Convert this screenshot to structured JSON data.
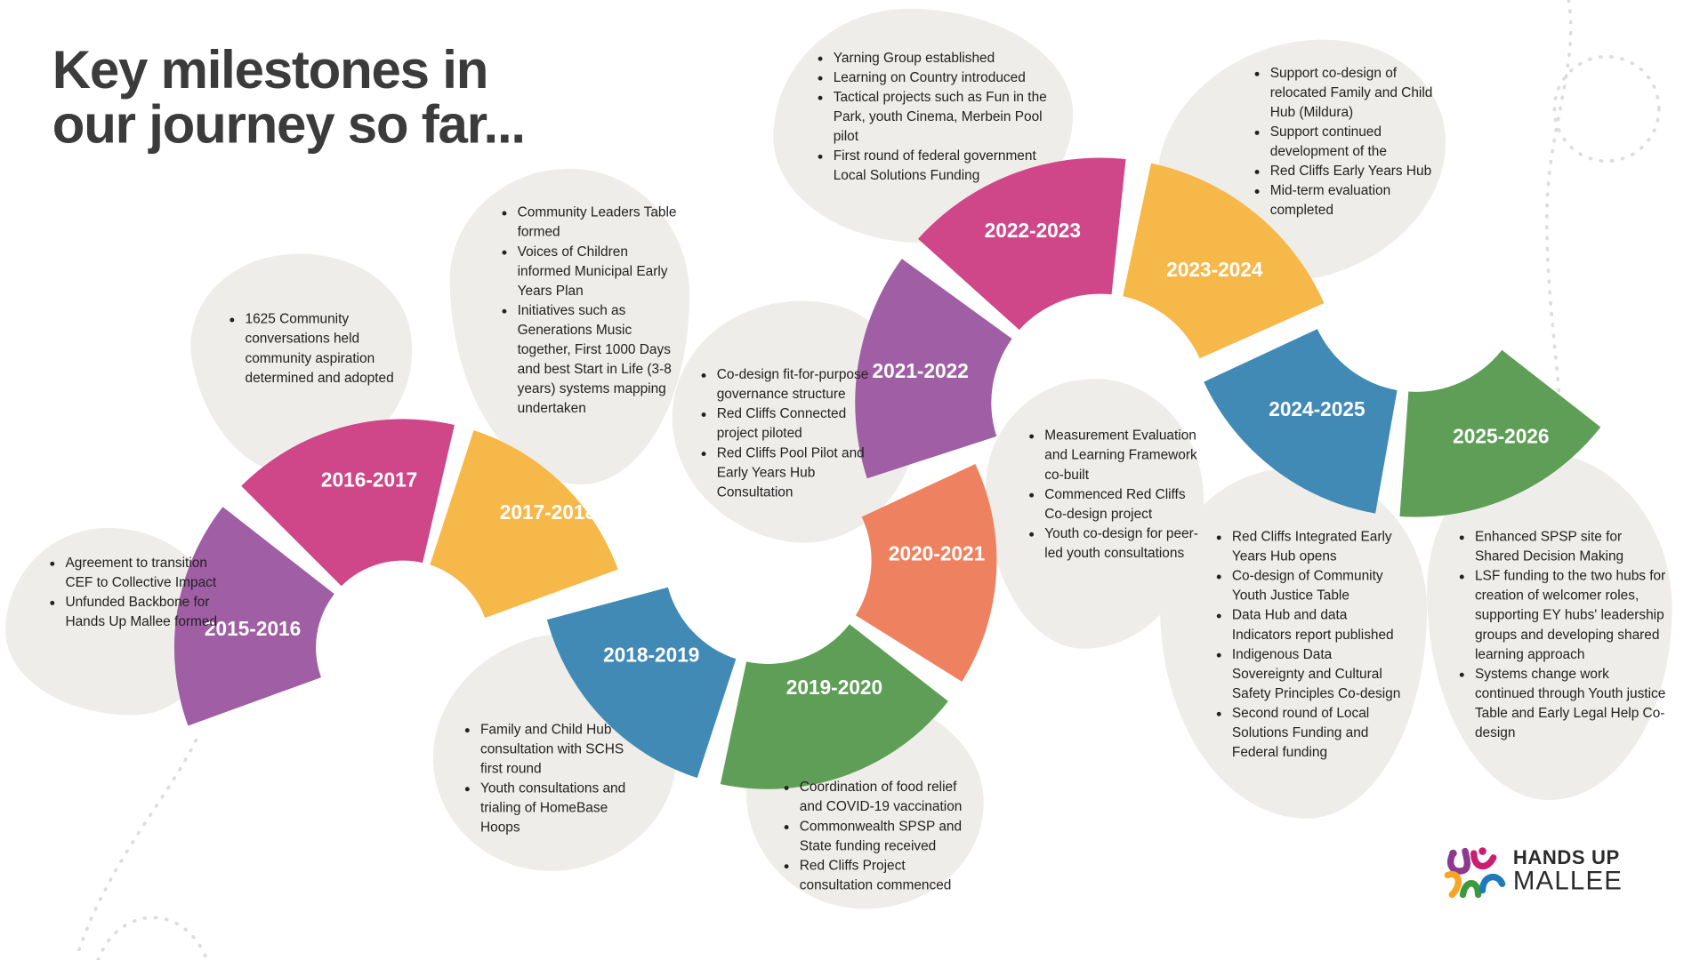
{
  "title_line1": "Key milestones in",
  "title_line2": "our journey so far...",
  "colors": {
    "purple": "#a05ea4",
    "magenta": "#cf4789",
    "yellow": "#f7b84a",
    "blue": "#418ab6",
    "green": "#5f9e57",
    "orange": "#ee8260",
    "bubble": "#eeede9"
  },
  "milestones": [
    {
      "year": "2015-2016",
      "color": "#a05ea4",
      "items": [
        "Agreement to transition CEF to Collective Impact",
        "Unfunded Backbone for Hands Up Mallee formed"
      ]
    },
    {
      "year": "2016-2017",
      "color": "#cf4789",
      "items": [
        "1625 Community conversations held community aspiration determined and adopted"
      ]
    },
    {
      "year": "2017-2018",
      "color": "#f7b84a",
      "items": [
        "Community Leaders Table formed",
        "Voices of Children informed Municipal Early Years Plan",
        "Initiatives such as Generations Music together,  First 1000 Days and best Start in Life (3-8 years) systems mapping undertaken"
      ]
    },
    {
      "year": "2018-2019",
      "color": "#418ab6",
      "items": [
        "Family and Child Hub consultation with SCHS first round",
        "Youth consultations and trialing of HomeBase Hoops"
      ]
    },
    {
      "year": "2019-2020",
      "color": "#5f9e57",
      "items": [
        "Coordination of food relief and COVID-19 vaccination",
        "Commonwealth SPSP and  State funding received",
        "Red Cliffs Project consultation commenced"
      ]
    },
    {
      "year": "2020-2021",
      "color": "#ee8260",
      "items": [
        "Measurement Evaluation and Learning Framework co-built",
        "Commenced Red Cliffs Co-design project",
        "Youth co-design for peer-led youth consultations"
      ]
    },
    {
      "year": "2021-2022",
      "color": "#a05ea4",
      "items": [
        "Co-design fit-for-purpose governance structure",
        "Red Cliffs Connected project piloted",
        "Red Cliffs Pool Pilot and Early Years Hub Consultation"
      ]
    },
    {
      "year": "2022-2023",
      "color": "#cf4789",
      "items": [
        "Yarning Group established",
        "Learning on Country introduced",
        "Tactical projects such as Fun in the Park, youth Cinema, Merbein Pool pilot",
        "First round of federal government Local Solutions Funding"
      ]
    },
    {
      "year": "2023-2024",
      "color": "#f7b84a",
      "items": [
        "Support co-design of relocated Family and Child Hub (Mildura)",
        "Support continued development of the",
        "Red Cliffs Early Years Hub",
        "Mid-term evaluation completed"
      ]
    },
    {
      "year": "2024-2025",
      "color": "#418ab6",
      "items": [
        "Red Cliffs Integrated Early Years Hub opens",
        "Co-design of Community Youth Justice Table",
        "Data Hub and data Indicators report published",
        "Indigenous Data Sovereignty and Cultural Safety Principles Co-design",
        "Second round of Local Solutions Funding and Federal funding"
      ]
    },
    {
      "year": "2025-2026",
      "color": "#5f9e57",
      "items": [
        "Enhanced SPSP site for Shared Decision Making",
        "LSF funding to the two hubs for creation of welcomer roles, supporting EY hubs' leadership groups and developing shared learning approach",
        "Systems change work continued through Youth justice Table and Early Legal Help Co-design"
      ]
    }
  ],
  "logo": {
    "line1": "HANDS UP",
    "line2": "MALLEE"
  }
}
